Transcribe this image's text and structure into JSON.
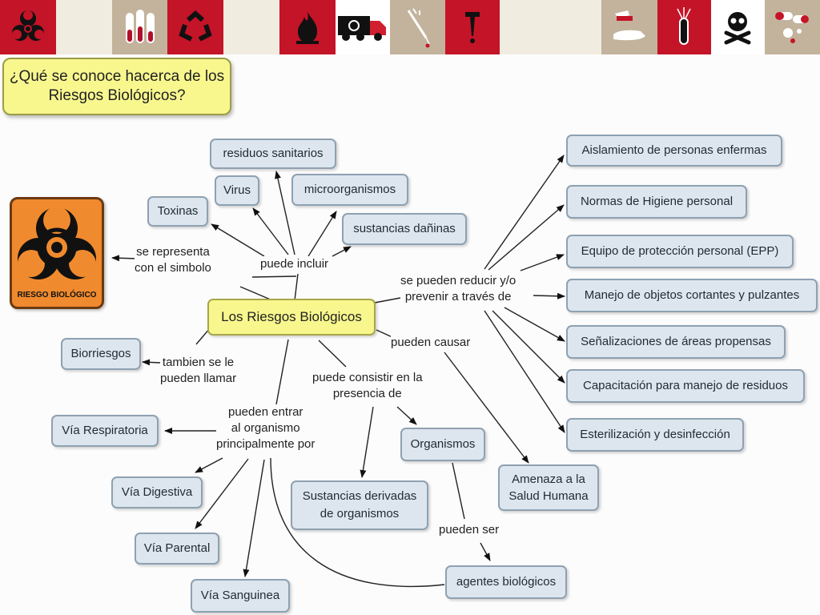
{
  "banner_icons": [
    "biohazard-icon",
    "blood-tubes-icon",
    "recycle-icon",
    "flame-icon",
    "biohazard-truck-icon",
    "syringe-icon",
    "needle-icon",
    "corrosive-icon",
    "test-tube-icon",
    "skull-icon",
    "pills-icon"
  ],
  "colors": {
    "banner_red": "#c41428",
    "node_fill": "#dde6ee",
    "main_fill": "#f8f78e",
    "sign_orange": "#f08a2e"
  },
  "question": {
    "line1": "¿Qué se conoce hacerca de los",
    "line2": "Riesgos Biológicos?"
  },
  "main_concept": "Los Riesgos Biológicos",
  "symbol": {
    "text": "RIESGO BIOLÓGICO"
  },
  "nodes": {
    "residuos": "residuos sanitarios",
    "virus": "Virus",
    "microorganismos": "microorganismos",
    "toxinas": "Toxinas",
    "sustancias_danadas": "sustancias dañinas",
    "biorriesgos": "Biorriesgos",
    "via_respiratoria": "Vía Respiratoria",
    "via_digestiva": "Vía Digestiva",
    "via_parental": "Vía Parental",
    "via_sanguinea": "Vía Sanguinea",
    "organismos": "Organismos",
    "sustancias_derivadas_1": "Sustancias derivadas",
    "sustancias_derivadas_2": "de organismos",
    "agentes": "agentes biológicos",
    "amenaza_1": "Amenaza a la",
    "amenaza_2": "Salud Humana",
    "aislamiento": "Aislamiento de personas enfermas",
    "normas": "Normas de Higiene personal",
    "epp": "Equipo de protección personal (EPP)",
    "manejo": "Manejo de objetos cortantes y pulzantes",
    "senalizaciones": "Señalizaciones de áreas propensas",
    "capacitacion": "Capacitación para manejo de residuos",
    "esterilizacion": "Esterilización y desinfección"
  },
  "links": {
    "se_representa_1": "se representa",
    "se_representa_2": "con el simbolo",
    "puede_incluir": "puede incluir",
    "tambien_1": "tambien se le",
    "tambien_2": "pueden llamar",
    "entrar_1": "pueden entrar",
    "entrar_2": "al organismo",
    "entrar_3": "principalmente por",
    "consistir_1": "puede consistir en la",
    "consistir_2": "presencia de",
    "causar": "pueden causar",
    "reducir_1": "se pueden reducir y/o",
    "reducir_2": "prevenir a través de",
    "pueden_ser": "pueden ser"
  }
}
